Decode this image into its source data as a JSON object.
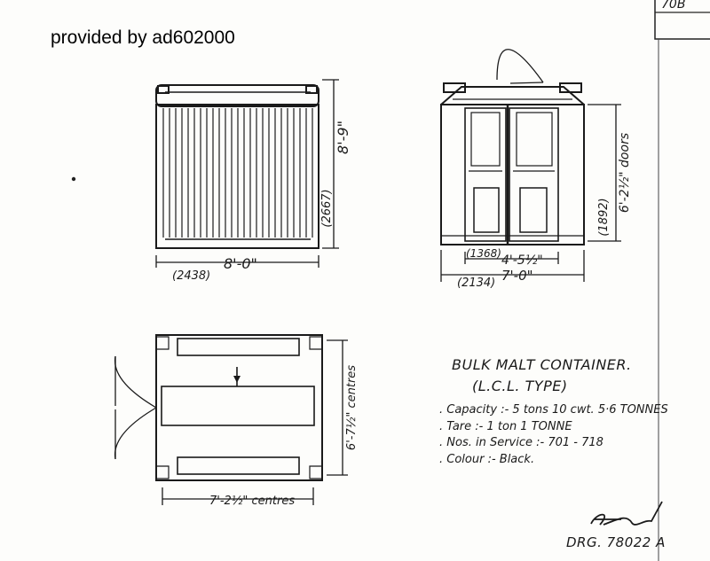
{
  "watermark": "provided by ad602000",
  "sheet_ref": "70B",
  "title": {
    "line1": "BULK MALT CONTAINER.",
    "line2": "(L.C.L. TYPE)"
  },
  "specs": {
    "capacity": ". Capacity :- 5 tons 10 cwt. 5·6 TONNES",
    "tare": ". Tare :- 1 ton   1 TONNE",
    "nos": ". Nos. in Service :- 701 - 718",
    "colour": ". Colour :- Black."
  },
  "drawing_no": "DRG. 78022 A",
  "dims": {
    "side_width_imp": "8'-0\"",
    "side_width_mm": "(2438)",
    "side_height_imp": "8'-9\"",
    "side_height_mm": "(2667)",
    "end_width_imp": "7'-0\"",
    "end_width_mm": "(2134)",
    "door_width_imp": "4'-5½\"",
    "door_width_mm": "(1368)",
    "door_height_imp": "6'-2½\" doors",
    "door_height_mm": "(1892)",
    "plan_centres_v": "6'-7½\" centres",
    "plan_centres_h": "7'-2½\" centres"
  }
}
